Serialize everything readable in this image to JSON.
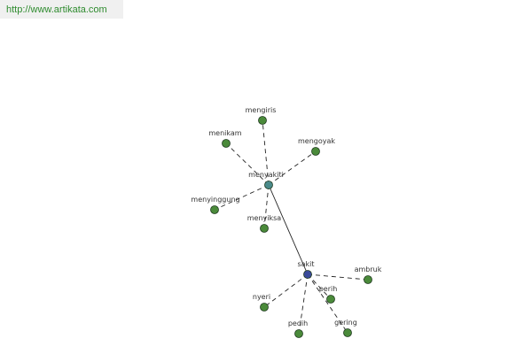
{
  "header": {
    "site_url": "http://www.artikata.com"
  },
  "graph": {
    "colors": {
      "leaf_node": "#4a8a3a",
      "hub_node": "#4a8a8a",
      "root_node": "#3a4a9a",
      "edge": "#222222",
      "label": "#333333"
    },
    "nodes": [
      {
        "id": "sakit",
        "label": "sakit",
        "role": "root"
      },
      {
        "id": "menyakiti",
        "label": "menyakiti",
        "role": "hub"
      },
      {
        "id": "mengiris",
        "label": "mengiris",
        "role": "leaf"
      },
      {
        "id": "menikam",
        "label": "menikam",
        "role": "leaf"
      },
      {
        "id": "mengoyak",
        "label": "mengoyak",
        "role": "leaf"
      },
      {
        "id": "menyinggung",
        "label": "menyinggung",
        "role": "leaf"
      },
      {
        "id": "menyiksa",
        "label": "menyiksa",
        "role": "leaf"
      },
      {
        "id": "ambruk",
        "label": "ambruk",
        "role": "leaf"
      },
      {
        "id": "nyeri",
        "label": "nyeri",
        "role": "leaf"
      },
      {
        "id": "perih",
        "label": "perih",
        "role": "leaf"
      },
      {
        "id": "pedih",
        "label": "pedih",
        "role": "leaf"
      },
      {
        "id": "gering",
        "label": "gering",
        "role": "leaf"
      }
    ],
    "edges": [
      {
        "from": "sakit",
        "to": "menyakiti",
        "style": "solid"
      },
      {
        "from": "menyakiti",
        "to": "mengiris",
        "style": "dashed"
      },
      {
        "from": "menyakiti",
        "to": "menikam",
        "style": "dashed"
      },
      {
        "from": "menyakiti",
        "to": "mengoyak",
        "style": "dashed"
      },
      {
        "from": "menyakiti",
        "to": "menyinggung",
        "style": "dashed"
      },
      {
        "from": "menyakiti",
        "to": "menyiksa",
        "style": "dashed"
      },
      {
        "from": "sakit",
        "to": "ambruk",
        "style": "dashed"
      },
      {
        "from": "sakit",
        "to": "nyeri",
        "style": "dashed"
      },
      {
        "from": "sakit",
        "to": "perih",
        "style": "dashed"
      },
      {
        "from": "sakit",
        "to": "pedih",
        "style": "dashed"
      },
      {
        "from": "sakit",
        "to": "gering",
        "style": "dashed"
      }
    ]
  }
}
